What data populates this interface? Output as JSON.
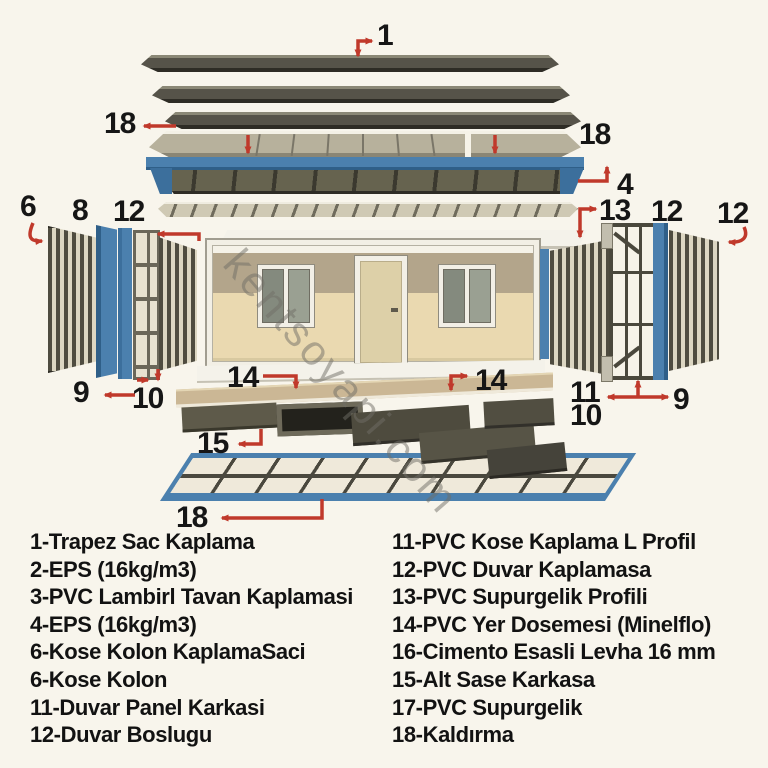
{
  "watermark": "kentsoyapi.com",
  "colors": {
    "background": "#f8f5ec",
    "accent_red": "#c0392b",
    "frame_blue": "#4b80ae",
    "panel_olive": "#565349",
    "wall_cream": "#ead9b0"
  },
  "diagram": {
    "labels": [
      {
        "text": "1",
        "part": "trapez-sheet"
      },
      {
        "text": "18",
        "part": "lift-left"
      },
      {
        "text": "18",
        "part": "lift-right"
      },
      {
        "text": "4",
        "part": "roof-eps"
      },
      {
        "text": "13",
        "part": "supurgelik-profil"
      },
      {
        "text": "12",
        "part": "wall-cavity-right"
      },
      {
        "text": "12",
        "part": "wall-cladding-right"
      },
      {
        "text": "6",
        "part": "corner-column"
      },
      {
        "text": "8",
        "part": "corner-panel"
      },
      {
        "text": "12",
        "part": "wall-cavity-left"
      },
      {
        "text": "9",
        "part": "left-lower-a"
      },
      {
        "text": "10",
        "part": "left-lower-b"
      },
      {
        "text": "14",
        "part": "floor-covering-left"
      },
      {
        "text": "14",
        "part": "floor-covering-right"
      },
      {
        "text": "11",
        "part": "wall-panel-frame"
      },
      {
        "text": "9",
        "part": "right-lower-a"
      },
      {
        "text": "10",
        "part": "right-lower-b"
      },
      {
        "text": "15",
        "part": "base-chassis"
      },
      {
        "text": "18",
        "part": "lift-bottom"
      }
    ]
  },
  "legend": {
    "left": [
      "1-Trapez Sac Kaplama",
      "2-EPS (16kg/m3)",
      "3-PVC Lambirl Tavan Kaplamasi",
      "4-EPS (16kg/m3)",
      "6-Kose Kolon KaplamaSaci",
      "6-Kose Kolon",
      "11-Duvar Panel Karkasi",
      "12-Duvar Boslugu"
    ],
    "right": [
      "11-PVC Kose Kaplama L Profil",
      "12-PVC Duvar Kaplamasa",
      "13-PVC Supurgelik Profili",
      "14-PVC Yer Dosemesi (Minelflo)",
      "16-Cimento Esasli Levha 16 mm",
      "15-Alt Sase Karkasa",
      "17-PVC Supurgelik",
      "18-Kaldırma"
    ]
  }
}
